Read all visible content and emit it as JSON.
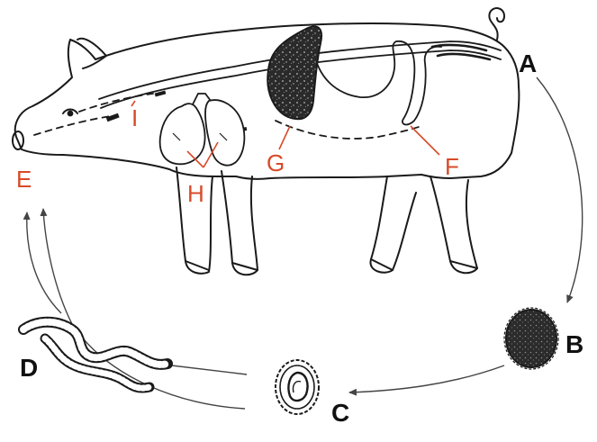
{
  "diagram": {
    "labels": {
      "A": "A",
      "B": "B",
      "C": "C",
      "D": "D",
      "E": "E",
      "F": "F",
      "G": "G",
      "H": "H",
      "I": "I"
    },
    "colors": {
      "ink": "#1a1a1a",
      "organ_label": "#d84a28",
      "stage_label": "#111111",
      "liver_fill": "#2a2a2a",
      "egg_fill": "#2b2b2b"
    },
    "icons": {
      "pig": "pig-outline-icon",
      "liver": "liver-icon",
      "lungs": "lungs-icon",
      "intestine": "intestine-icon",
      "egg_unembryonated": "egg-icon",
      "egg_embryonated": "embryonated-egg-icon",
      "worm": "worm-icon"
    }
  }
}
